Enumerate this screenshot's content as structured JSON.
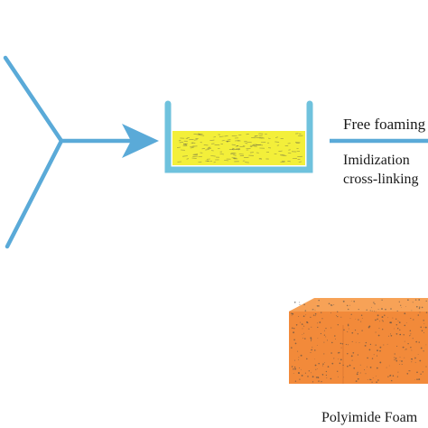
{
  "labels": {
    "free_foaming": "Free foaming",
    "imidization": "Imidization",
    "cross_linking": "cross-linking",
    "product": "Polyimide Foam"
  },
  "colors": {
    "arrow": "#5aaad8",
    "dish_wall": "#6fc2dd",
    "solution": "#f3ef3a",
    "foam_front": "#f28a3a",
    "foam_top": "#f7a257",
    "foam_side": "#e07a2c",
    "speckle": "#4a4a4a"
  },
  "icons": {
    "merge_arrow": "y-merge-arrow-icon",
    "dish": "reaction-dish-icon",
    "foam": "foam-block-icon"
  }
}
